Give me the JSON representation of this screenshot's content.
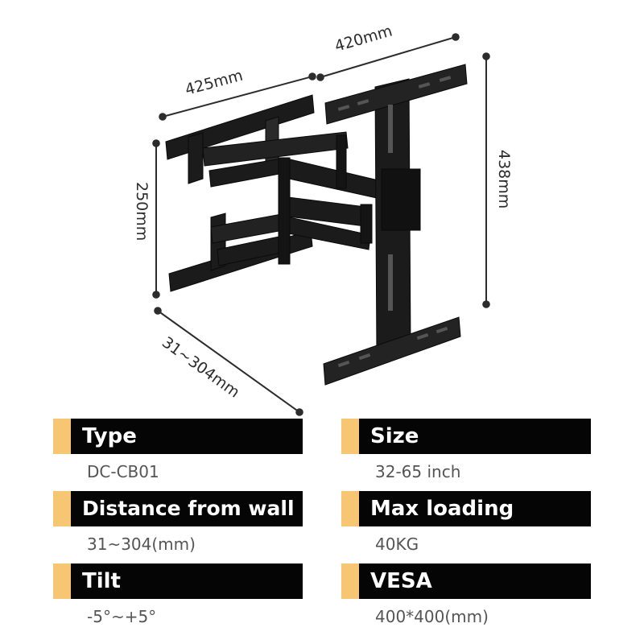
{
  "colors": {
    "accent": "#f7c672",
    "bar": "#050505",
    "mount": "#1b1b1b",
    "value_text": "#555555"
  },
  "dimensions": {
    "arm_width": "425mm",
    "plate_width": "420mm",
    "plate_height": "438mm",
    "wall_height": "250mm",
    "extension": "31~304mm"
  },
  "specs": {
    "type": {
      "label": "Type",
      "value": "DC-CB01"
    },
    "size": {
      "label": "Size",
      "value": "32-65 inch"
    },
    "distance": {
      "label": "Distance from wall",
      "value": "31~304(mm)"
    },
    "loading": {
      "label": "Max loading",
      "value": "40KG"
    },
    "tilt": {
      "label": "Tilt",
      "value": "-5°~+5°"
    },
    "vesa": {
      "label": "VESA",
      "value": "400*400(mm)"
    }
  },
  "icons": {
    "product": "tv-wall-mount-illustration"
  }
}
